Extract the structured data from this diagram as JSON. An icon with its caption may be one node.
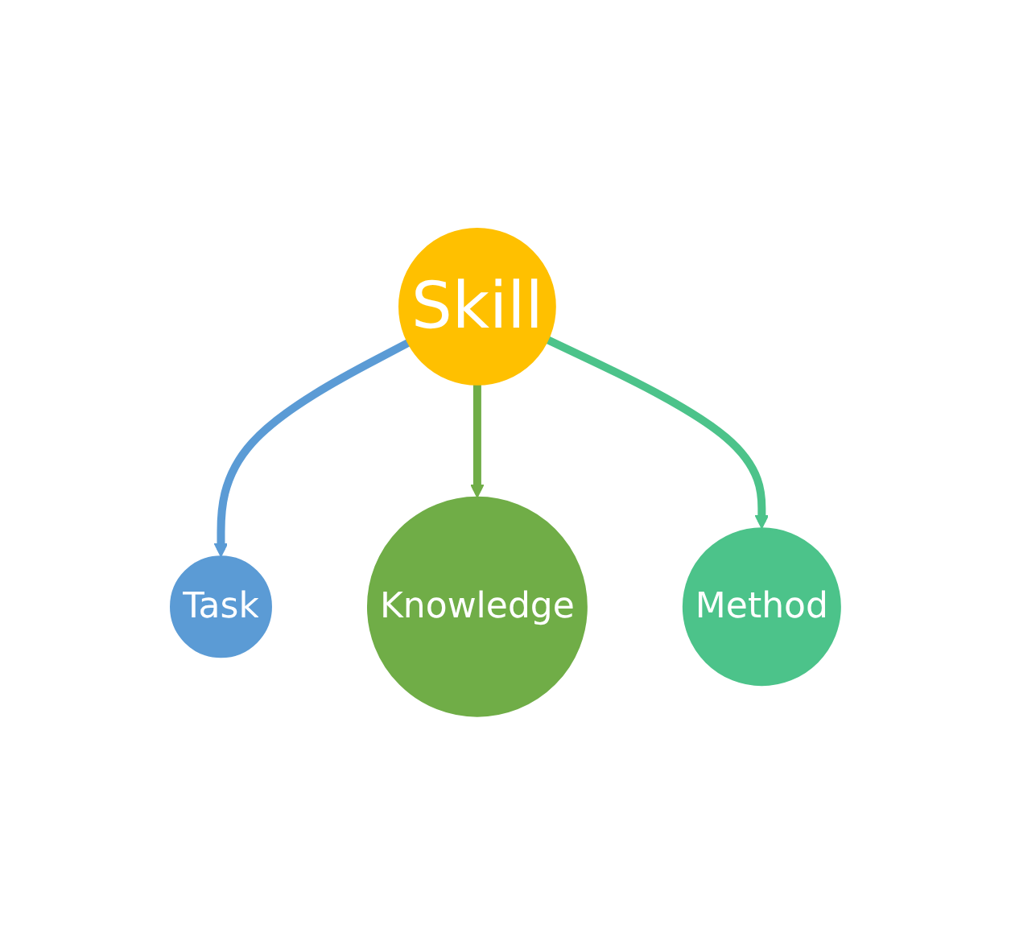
{
  "diagram": {
    "nodes": [
      {
        "text": [
          "Task"
        ]
      },
      {
        "text": [
          "Skill"
        ]
      },
      {
        "text": [
          "Knowledge"
        ]
      },
      {
        "text": [
          "Method"
        ]
      }
    ],
    "edges": [
      {
        "from": 1,
        "to": 0,
        "arrow": "to",
        "color": "#5b9bd5"
      },
      {
        "from": 1,
        "to": 2,
        "arrow": "to",
        "color": "#70ad47"
      },
      {
        "from": 1,
        "to": 3,
        "arrow": "to",
        "color": "#4cc38a"
      }
    ]
  }
}
